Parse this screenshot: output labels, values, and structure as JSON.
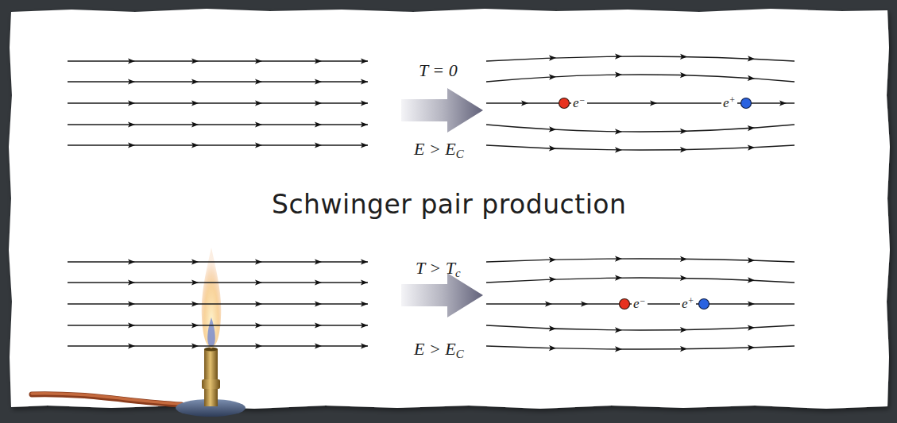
{
  "diagram": {
    "title": "Schwinger pair production",
    "labels": [
      "T = 0",
      "E > EC",
      "e−",
      "e+",
      "T > Tc",
      "E > EC",
      "e−",
      "e+"
    ]
  }
}
